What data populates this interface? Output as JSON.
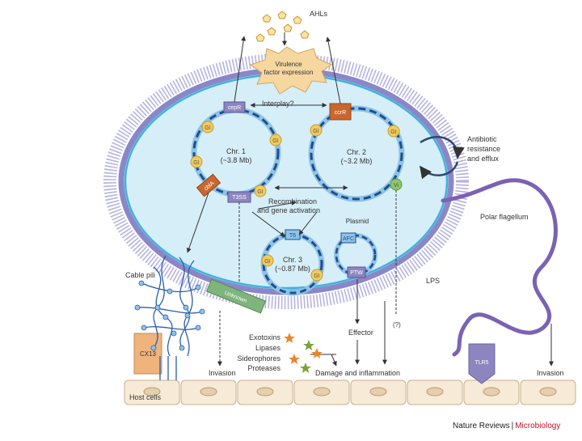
{
  "labels": {
    "ahls": "AHLs",
    "virulence_1": "Virulence",
    "virulence_2": "factor expression",
    "interplay": "Interplay?",
    "chr1_name": "Chr. 1",
    "chr1_size": "(~3.8 Mb)",
    "chr2_name": "Chr. 2",
    "chr2_size": "(~3.2 Mb)",
    "chr3_name": "Chr. 3",
    "chr3_size": "(~0.87 Mb)",
    "recomb_1": "Recombination",
    "recomb_2": "and gene activation",
    "plasmid": "Plasmid",
    "antibiotic_1": "Antibiotic",
    "antibiotic_2": "resistance",
    "antibiotic_3": "and efflux",
    "polar_flagellum": "Polar flagellum",
    "lps": "LPS",
    "cable_pili": "Cable pili",
    "unknown": "Unknown",
    "effector": "Effector",
    "question": "(?)",
    "exotoxins": "Exotoxins",
    "lipases": "Lipases",
    "siderophores": "Siderophores",
    "proteases": "Proteases",
    "damage": "Damage and inflammation",
    "invasion_left": "Invasion",
    "invasion_right": "Invasion",
    "cx13": "CX13",
    "tlr5": "TLR5",
    "host_cells": "Host cells",
    "gi": "GI",
    "cep": "cepR",
    "ccr": "ccrR",
    "cbl": "cblA",
    "t3ss": "T3SS",
    "t6": "T6",
    "afc": "AFC",
    "ptw": "PTW",
    "vi": "Vi"
  },
  "credit": {
    "journal": "Nature Reviews",
    "separator": "|",
    "section": "Microbiology"
  },
  "colors": {
    "membrane": "#8a87c8",
    "cell_fill": "#d6eef8",
    "cell_border": "#3cb4dc",
    "dna_dark": "#1f4e8c",
    "dna_light": "#8fc3e8",
    "gi_fill": "#f2cb5e",
    "flagellum": "#7b62b3",
    "host_cell": "#f7ead7",
    "cable": "#2a5ea8",
    "star_orange": "#e8862a",
    "star_green": "#7aa33a",
    "box_purple": "#8d85bf",
    "box_red": "#c9672f",
    "box_green": "#7fb57c"
  }
}
